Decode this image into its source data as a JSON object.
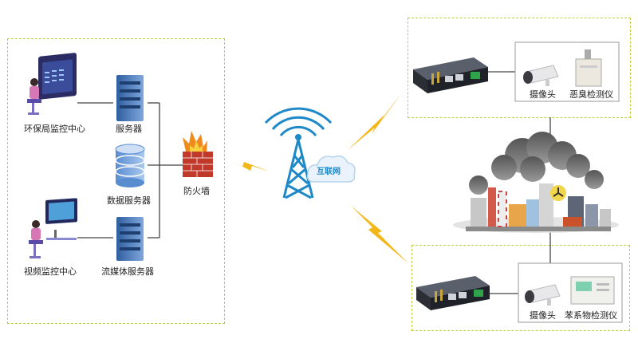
{
  "left_panel": {
    "epb_center": "环保局监控中心",
    "server": "服务器",
    "data_server": "数据服务器",
    "streaming_server": "流媒体服务器",
    "video_center": "视频监控中心",
    "firewall": "防火墙"
  },
  "network": {
    "cloud_label": "互联网"
  },
  "top_site": {
    "camera": "摄像头",
    "odor_detector": "恶臭检测仪"
  },
  "bottom_site": {
    "camera": "摄像头",
    "benzene_detector": "苯系物检测仪"
  },
  "colors": {
    "dashed_border": "#b9d23c",
    "lightning": "#f3b71a",
    "tower": "#1e88c8",
    "server": "#4a7fc0"
  }
}
